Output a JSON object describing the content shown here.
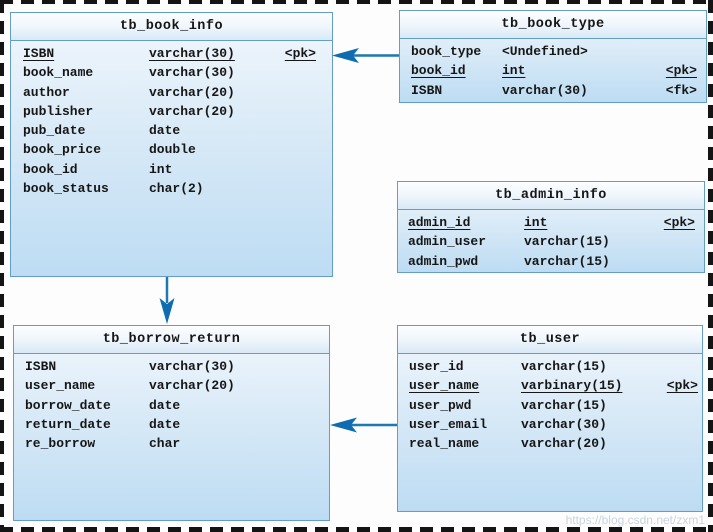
{
  "diagram": {
    "watermark": "https://blog.csdn.net/zxm1",
    "colors": {
      "table_border": "#649dc6",
      "header_gradient_top": "#fdfeff",
      "header_gradient_bottom": "#d8e9f6",
      "body_gradient_top": "#f2f7fd",
      "body_gradient_bottom": "#bddcf3",
      "arrow_line": "#1d78b4",
      "arrow_head": "#0f6cb0",
      "frame_dash": "#141414",
      "text": "#161616"
    },
    "tables": [
      {
        "title": "tb_book_info",
        "columns": [
          {
            "name": "ISBN",
            "type": "varchar(30)",
            "key": "<pk>"
          },
          {
            "name": "book_name",
            "type": "varchar(30)",
            "key": ""
          },
          {
            "name": "author",
            "type": "varchar(20)",
            "key": ""
          },
          {
            "name": "publisher",
            "type": "varchar(20)",
            "key": ""
          },
          {
            "name": "pub_date",
            "type": "date",
            "key": ""
          },
          {
            "name": "book_price",
            "type": "double",
            "key": ""
          },
          {
            "name": "book_id",
            "type": "int",
            "key": ""
          },
          {
            "name": "book_status",
            "type": "char(2)",
            "key": ""
          }
        ]
      },
      {
        "title": "tb_book_type",
        "columns": [
          {
            "name": "book_type",
            "type": "<Undefined>",
            "key": ""
          },
          {
            "name": "book_id",
            "type": "int",
            "key": "<pk>"
          },
          {
            "name": "ISBN",
            "type": "varchar(30)",
            "key": "<fk>"
          }
        ]
      },
      {
        "title": "tb_admin_info",
        "columns": [
          {
            "name": "admin_id",
            "type": "int",
            "key": "<pk>"
          },
          {
            "name": "admin_user",
            "type": "varchar(15)",
            "key": ""
          },
          {
            "name": "admin_pwd",
            "type": "varchar(15)",
            "key": ""
          }
        ]
      },
      {
        "title": "tb_borrow_return",
        "columns": [
          {
            "name": "ISBN",
            "type": "varchar(30)",
            "key": ""
          },
          {
            "name": "user_name",
            "type": "varchar(20)",
            "key": ""
          },
          {
            "name": "borrow_date",
            "type": "date",
            "key": ""
          },
          {
            "name": "return_date",
            "type": "date",
            "key": ""
          },
          {
            "name": "re_borrow",
            "type": "char",
            "key": ""
          }
        ]
      },
      {
        "title": "tb_user",
        "columns": [
          {
            "name": "user_id",
            "type": "varchar(15)",
            "key": ""
          },
          {
            "name": "user_name",
            "type": "varbinary(15)",
            "key": "<pk>"
          },
          {
            "name": "user_pwd",
            "type": "varchar(15)",
            "key": ""
          },
          {
            "name": "user_email",
            "type": "varchar(30)",
            "key": ""
          },
          {
            "name": "real_name",
            "type": "varchar(20)",
            "key": ""
          }
        ]
      }
    ],
    "relations": [
      {
        "from": "tb_book_type",
        "to": "tb_book_info"
      },
      {
        "from": "tb_book_info",
        "to": "tb_borrow_return"
      },
      {
        "from": "tb_user",
        "to": "tb_borrow_return"
      }
    ]
  }
}
